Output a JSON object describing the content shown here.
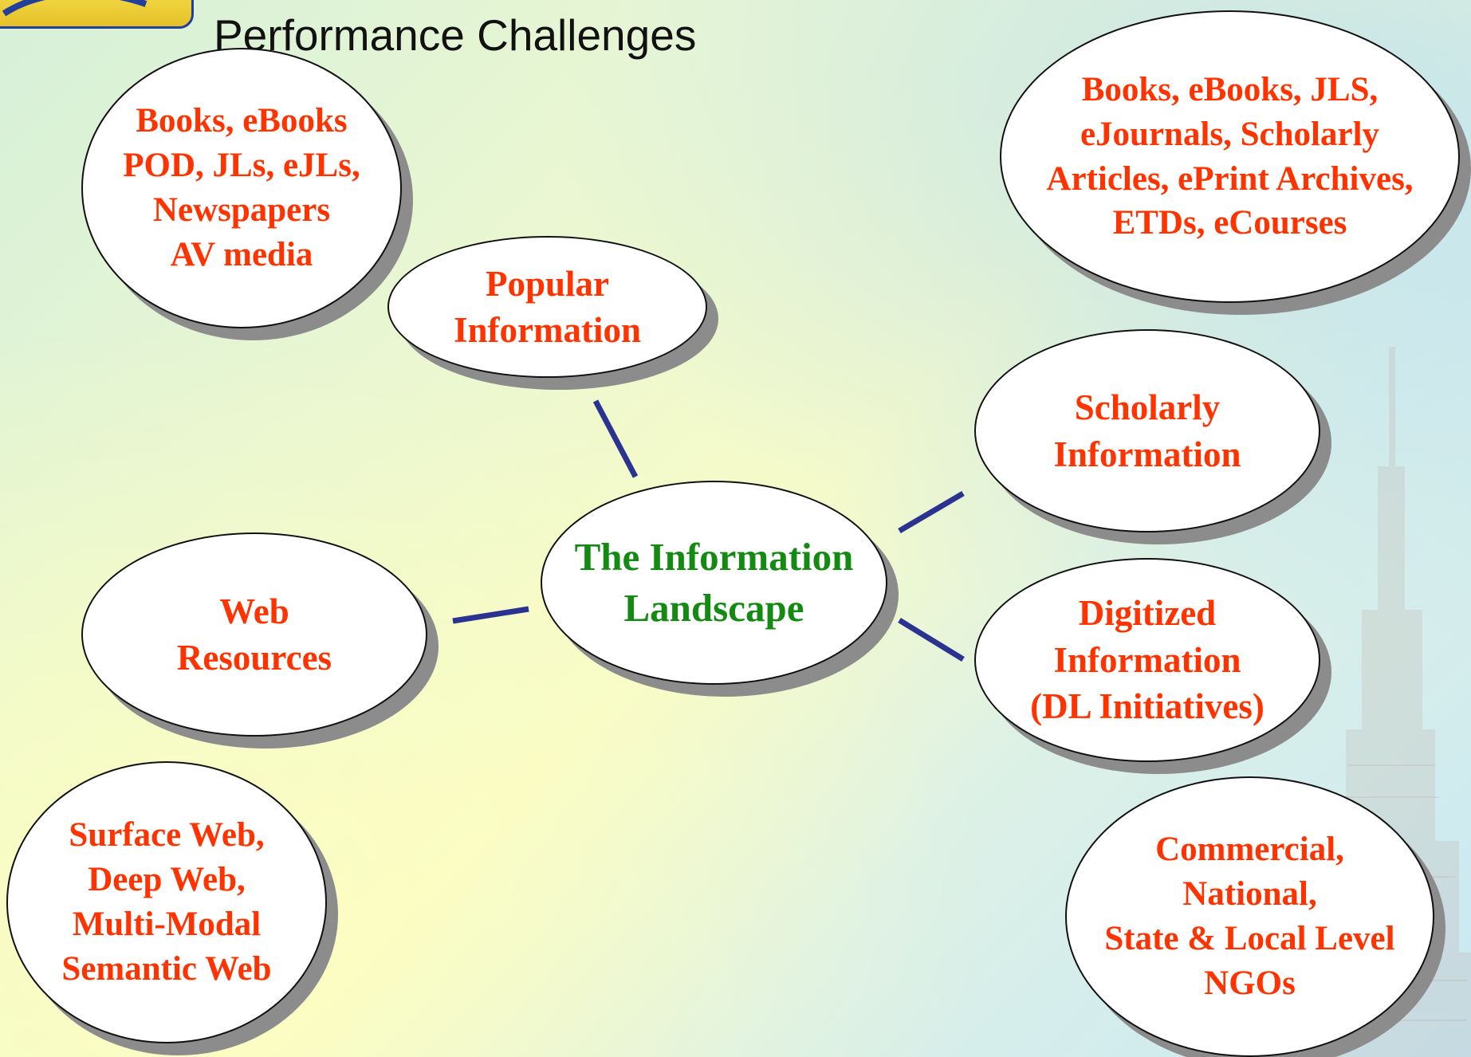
{
  "title": "Performance Challenges",
  "colors": {
    "bubble_text": "#ff3300",
    "center_text": "#138a12",
    "connector": "#2b3390",
    "bubble_fill": "#ffffff",
    "bubble_shadow": "#8c8c8c"
  },
  "center": {
    "label": "The Information\nLandscape"
  },
  "nodes": {
    "popular": "Popular\nInformation",
    "popular_details": "Books, eBooks\nPOD, JLs, eJLs,\nNewspapers\nAV media",
    "scholarly": "Scholarly\nInformation",
    "scholarly_details": "Books, eBooks, JLS,\neJournals, Scholarly\nArticles, ePrint Archives,\nETDs, eCourses",
    "web": "Web\nResources",
    "web_details": "Surface Web,\nDeep Web,\nMulti-Modal\nSemantic Web",
    "digitized": "Digitized\nInformation\n(DL Initiatives)",
    "digitized_details": "Commercial,\nNational,\nState & Local Level\nNGOs"
  }
}
